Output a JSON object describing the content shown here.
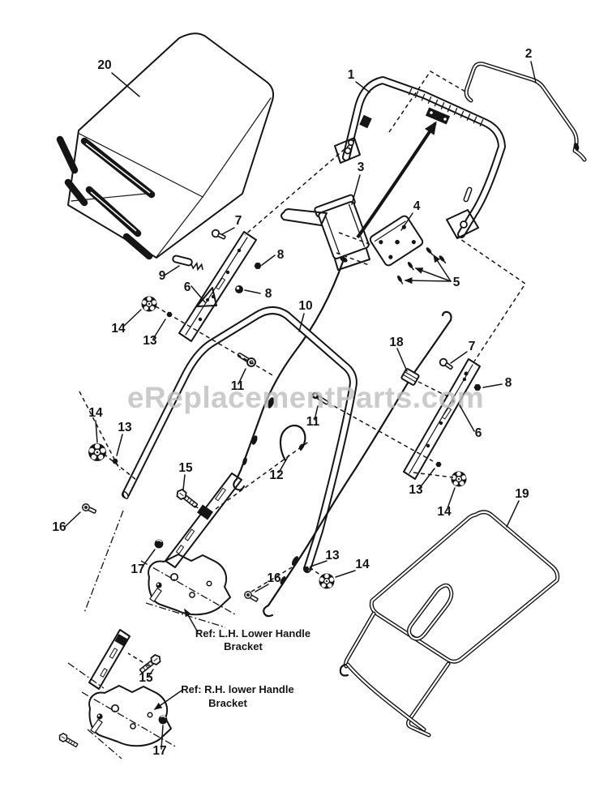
{
  "colors": {
    "ink": "#151515",
    "watermark": "#bfbfbf",
    "background": "#ffffff"
  },
  "watermark": {
    "text": "eReplacementParts.com"
  },
  "callouts": [
    {
      "label": "20"
    },
    {
      "label": "1"
    },
    {
      "label": "2"
    },
    {
      "label": "3"
    },
    {
      "label": "4"
    },
    {
      "label": "5"
    },
    {
      "label": "7"
    },
    {
      "label": "9"
    },
    {
      "label": "8"
    },
    {
      "label": "8"
    },
    {
      "label": "6"
    },
    {
      "label": "14"
    },
    {
      "label": "13"
    },
    {
      "label": "10"
    },
    {
      "label": "11"
    },
    {
      "label": "11"
    },
    {
      "label": "12"
    },
    {
      "label": "15"
    },
    {
      "label": "18"
    },
    {
      "label": "7"
    },
    {
      "label": "8"
    },
    {
      "label": "6"
    },
    {
      "label": "13"
    },
    {
      "label": "14"
    },
    {
      "label": "19"
    },
    {
      "label": "14"
    },
    {
      "label": "13"
    },
    {
      "label": "16"
    },
    {
      "label": "17"
    },
    {
      "label": "16"
    },
    {
      "label": "13"
    },
    {
      "label": "14"
    },
    {
      "label": "15"
    },
    {
      "label": "17"
    }
  ],
  "annotations": {
    "lh_bracket": {
      "line1": "Ref: L.H. Lower Handle",
      "line2": "Bracket"
    },
    "rh_bracket": {
      "line1": "Ref: R.H. lower Handle",
      "line2": "Bracket"
    }
  }
}
